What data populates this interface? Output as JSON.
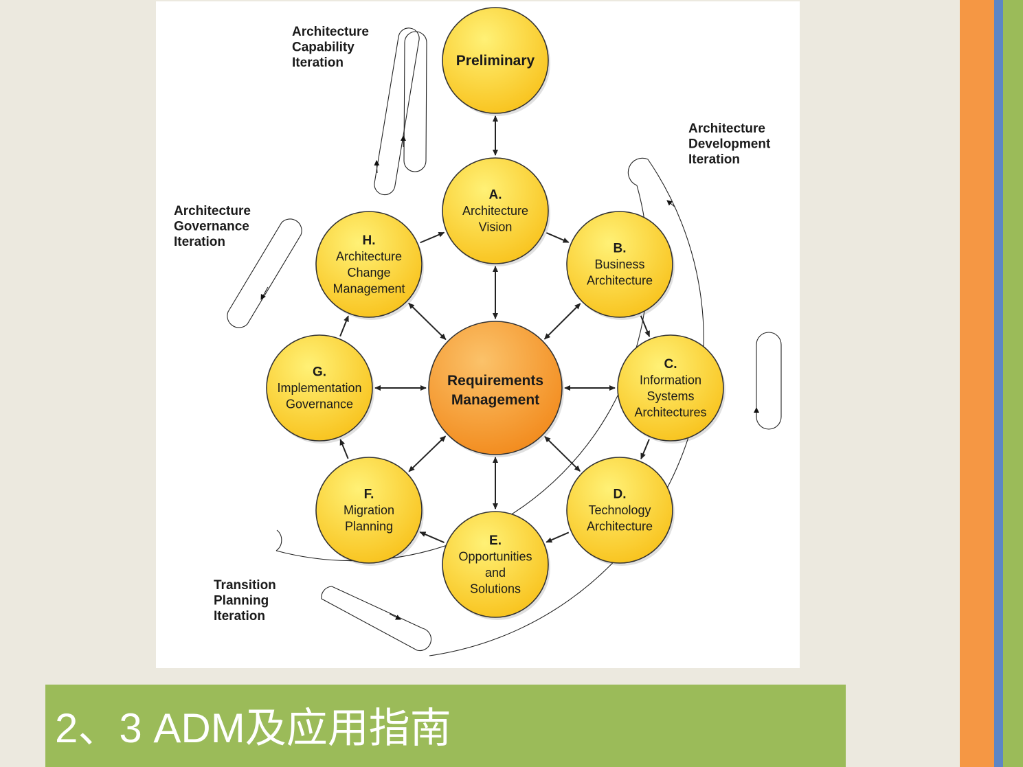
{
  "slide": {
    "title": "2、3 ADM及应用指南"
  },
  "diagram": {
    "center": {
      "lines": [
        "Requirements",
        "Management"
      ]
    },
    "preliminary": {
      "lines": [
        "Preliminary"
      ]
    },
    "phases": [
      {
        "letter": "A.",
        "lines": [
          "Architecture",
          "Vision"
        ]
      },
      {
        "letter": "B.",
        "lines": [
          "Business",
          "Architecture"
        ]
      },
      {
        "letter": "C.",
        "lines": [
          "Information",
          "Systems",
          "Architectures"
        ]
      },
      {
        "letter": "D.",
        "lines": [
          "Technology",
          "Architecture"
        ]
      },
      {
        "letter": "E.",
        "lines": [
          "Opportunities",
          "and",
          "Solutions"
        ]
      },
      {
        "letter": "F.",
        "lines": [
          "Migration",
          "Planning"
        ]
      },
      {
        "letter": "G.",
        "lines": [
          "Implementation",
          "Governance"
        ]
      },
      {
        "letter": "H.",
        "lines": [
          "Architecture",
          "Change",
          "Management"
        ]
      }
    ],
    "iterations": [
      {
        "lines": [
          "Architecture",
          "Capability",
          "Iteration"
        ]
      },
      {
        "lines": [
          "Architecture",
          "Development",
          "Iteration"
        ]
      },
      {
        "lines": [
          "Architecture",
          "Governance",
          "Iteration"
        ]
      },
      {
        "lines": [
          "Transition",
          "Planning",
          "Iteration"
        ]
      }
    ],
    "colors": {
      "phase_fill": "#f8c21c",
      "phase_highlight": "#fff176",
      "center_fill": "#f28a1c",
      "center_highlight": "#fbc26a",
      "outline": "#333333",
      "arrow": "#222222"
    }
  }
}
